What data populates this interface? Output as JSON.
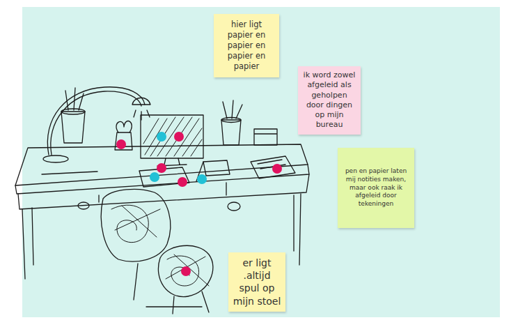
{
  "diagram": {
    "nodes": [
      {
        "text": [
          "hier ligt papier en papier en papier en papier"
        ]
      },
      {
        "text": [
          "ik word zowel afgeleid als geholpen door dingen op mijn bureau"
        ]
      },
      {
        "text": [
          "pen en papier laten mij notities maken, maar ook raak ik afgeleid door tekeningen"
        ]
      },
      {
        "text": [
          "er ligt .altijd spul op mijn stoel"
        ]
      }
    ]
  }
}
